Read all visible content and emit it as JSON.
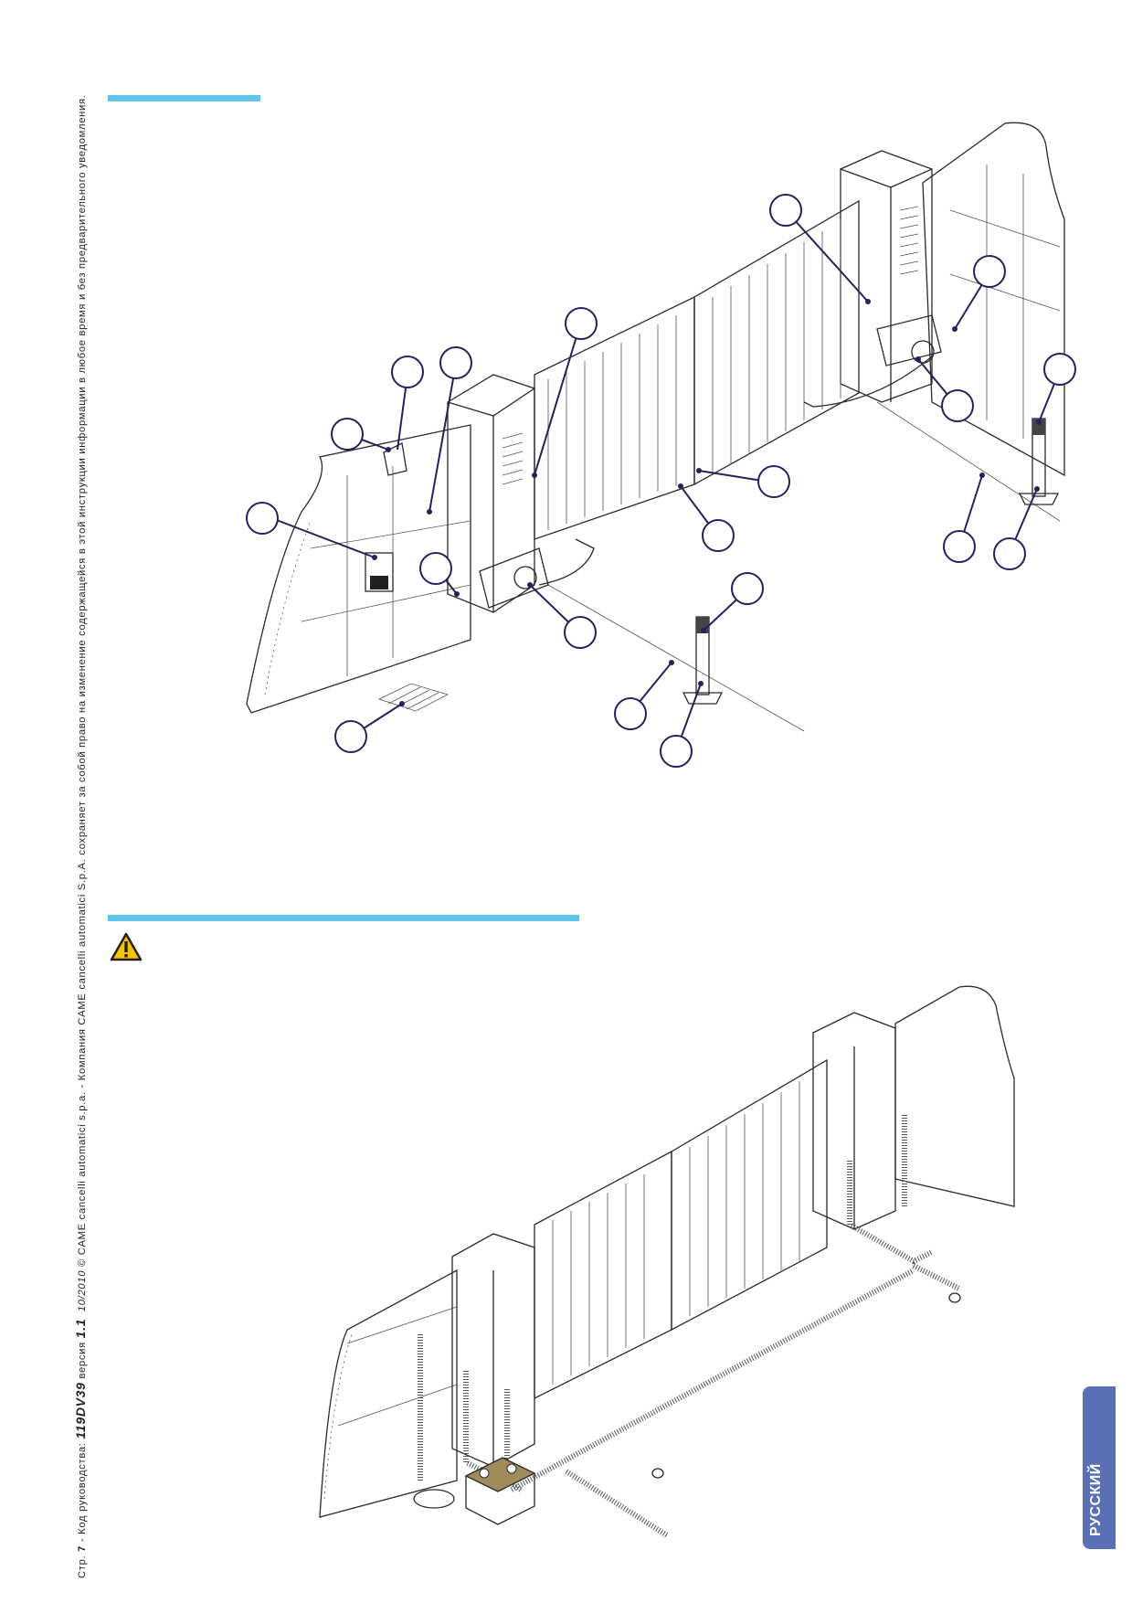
{
  "sidebar_text": {
    "page_prefix": "Стр.",
    "page_number": "7",
    "code_label": " - Код руководства: ",
    "doc_code": "119DV39",
    "version_label": " версия ",
    "version": "1.1",
    "date": "10/2010",
    "copyright": "© CAME cancelli automatici s.p.a. - Компания CAME cancelli automatici S.p.A. сохраняет за собой право на изменение содержащейся в этой инструкции информации в любое время и без предварительного уведомления."
  },
  "language_tab": "РУССКИЙ",
  "colors": {
    "accent": "#5fc5ea",
    "tab": "#5b6fb5",
    "callout": "#23225c",
    "warning": "#f5c400",
    "junction_box": "#a08c5b"
  },
  "icons": {
    "warning": "warning-triangle-icon"
  }
}
